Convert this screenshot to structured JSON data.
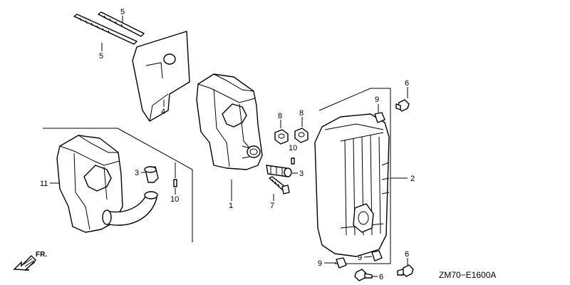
{
  "diagram_code": "ZM70−E1600A",
  "direction_label": "FR.",
  "callouts": {
    "c5a": "5",
    "c5b": "5",
    "c4": "4",
    "c11": "11",
    "c3a": "3",
    "c10a": "10",
    "c1": "1",
    "c8a": "8",
    "c8b": "8",
    "c10b": "10",
    "c3b": "3",
    "c7": "7",
    "c9a": "9",
    "c6a": "6",
    "c2": "2",
    "c9b": "9",
    "c9c": "9",
    "c6b": "6",
    "c6c": "6"
  }
}
